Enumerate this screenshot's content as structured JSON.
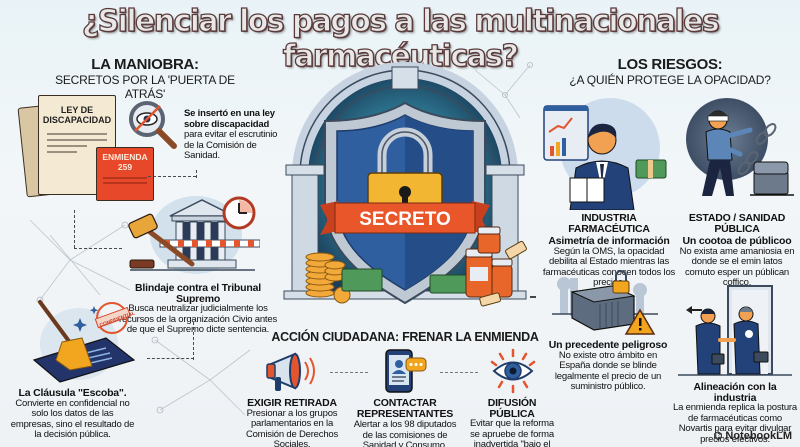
{
  "title": "¿Silenciar los pagos a las multinacionales farmacéuticas?",
  "left_section": {
    "heading": "LA MANIOBRA:",
    "subheading": "SECRETOS POR LA 'PUERTA DE ATRÁS'",
    "document": {
      "label_line1": "LEY DE",
      "label_line2": "DISCAPACIDAD",
      "amendment_line1": "ENMIENDA",
      "amendment_line2": "259"
    },
    "item1": {
      "bold": "Se insertó en una ley sobre discapacidad",
      "text": " para evitar el escrutinio de la Comisión de Sanidad."
    },
    "item2": {
      "title": "Blindaje contra el Tribunal Supremo",
      "text": "Busca neutralizar judicialmente los recursos de la organización Civio antes de que el Supremo dicte sentencia."
    },
    "item3": {
      "stamp": "CONFIDENTIAL",
      "title": "La Cláusula \"Escoba\".",
      "text": "Convierte en confidencial no solo los datos de las empresas, sino el resultado de la decisión pública."
    }
  },
  "center": {
    "banner": "SECRETO"
  },
  "bottom_section": {
    "heading": "ACCIÓN CIUDADANA: FRENAR LA ENMIENDA",
    "actions": [
      {
        "title": "EXIGIR RETIRADA",
        "text": "Presionar a los grupos parlamentarios en la Comisión de Derechos Sociales.",
        "icon": "megaphone-icon"
      },
      {
        "title": "CONTACTAR REPRESENTANTES",
        "text": "Alertar a los 98 diputados de las comisiones de Sanidad y Consumo.",
        "icon": "phone-chat-icon"
      },
      {
        "title": "DIFUSIÓN PÚBLICA",
        "text": "Evitar que la reforma se apruebe de forma inadvertida \"bajo el radar\".",
        "icon": "eye-icon"
      }
    ]
  },
  "right_section": {
    "heading": "LOS RIESGOS:",
    "subheading": "¿A QUIÉN PROTEGE LA OPACIDAD?",
    "risks": [
      {
        "label": "INDUSTRIA FARMACÉUTICA",
        "title": "Asimetría de información",
        "text": "Según la OMS, la opacidad debilita al Estado mientras las farmacéuticas conocen todos los precios."
      },
      {
        "label": "ESTADO / SANIDAD PÚBLICA",
        "title": "Un cootoa de públicoo",
        "text": "No exista ame amaniosia en donde se el emin latos comuto esper un públican coffico."
      },
      {
        "title": "Un precedente peligroso",
        "text": "No existe otro ámbito en España donde se blinde legalmente el precio de un suministro público."
      },
      {
        "title": "Alineación con la industria",
        "text": "La enmienda replica la postura de farmacéuticas como Novartis para evitar divulgar precios efectivos."
      }
    ]
  },
  "brand": "NotebookLM",
  "colors": {
    "background": "#eef3f6",
    "shield_blue": "#2f5f9e",
    "banner_orange": "#e8562a",
    "lock_yellow": "#f2b633",
    "amendment_red": "#e8482a",
    "suit_navy": "#24427a"
  }
}
